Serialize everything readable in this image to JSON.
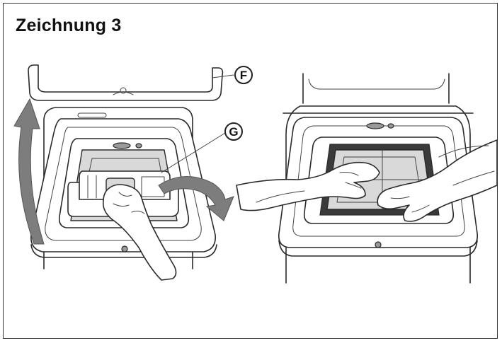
{
  "figure": {
    "title": "Zeichnung 3",
    "callouts": {
      "f": "F",
      "g": "G"
    }
  }
}
